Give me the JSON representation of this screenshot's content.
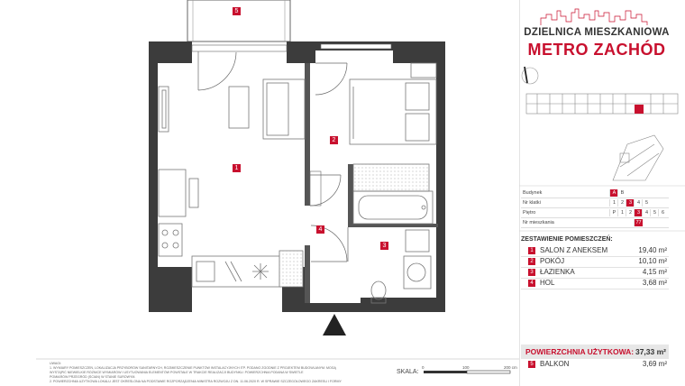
{
  "brand": {
    "line1": "DZIELNICA MIESZKANIOWA",
    "line2": "METRO ZACHÓD",
    "accent_color": "#c8102e"
  },
  "key": {
    "rows": [
      {
        "label": "Budynek",
        "cells": [
          "A",
          "B"
        ],
        "selected": [
          "A"
        ]
      },
      {
        "label": "Nr klatki",
        "cells": [
          "1",
          "2",
          "3",
          "4",
          "5"
        ],
        "selected": [
          "3"
        ]
      },
      {
        "label": "Piętro",
        "cells": [
          "P",
          "1",
          "2",
          "3",
          "4",
          "5",
          "6"
        ],
        "selected": [
          "3"
        ]
      },
      {
        "label": "Nr mieszkania",
        "cells": [
          "77"
        ],
        "selected": [
          "77"
        ]
      }
    ]
  },
  "rooms": {
    "title": "ZESTAWIENIE POMIESZCZEŃ:",
    "items": [
      {
        "num": "1",
        "name": "SALON Z ANEKSEM",
        "area": "19,40 m²"
      },
      {
        "num": "2",
        "name": "POKÓJ",
        "area": "10,10 m²"
      },
      {
        "num": "3",
        "name": "ŁAZIENKA",
        "area": "4,15 m²"
      },
      {
        "num": "4",
        "name": "HOL",
        "area": "3,68 m²"
      }
    ]
  },
  "total": {
    "label": "POWIERZCHNIA UŻYTKOWA:",
    "value": "37,33 m²"
  },
  "balcony": {
    "num": "5",
    "name": "BALKON",
    "area": "3,69 m²"
  },
  "plan_labels": {
    "r1": "1",
    "r2": "2",
    "r3": "3",
    "r4": "4",
    "r5": "5"
  },
  "scale": {
    "label": "SKALA:",
    "t0": "0",
    "t1": "100",
    "t2": "200 cm"
  },
  "notes": {
    "heading": "UWAGI:",
    "line1": "1. WYMIARY POMIESZCZEŃ, LOKALIZACJA PRZYBORÓW SANITARNYCH, ROZMIESZCZENIE PUNKTÓW INSTALACYJNYCH ITP. PODANO ZGODNIE Z PROJEKTEM BUDOWLANYM. MOGĄ",
    "line2": "WYSTĄPIĆ NIEWIELKIE RÓŻNICE WYMIARÓW I USYTUOWANIA ELEMENTÓW POWSTAŁE W TRAKCIE REALIZACJI BUDYNKU. POWIERZCHNIA PODANA W ŚWIETLE",
    "line3": "POMIARÓW PRZEGRÓD (ŚCIAN) W STANIE SUROWYM.",
    "line4": "2. POWIERZCHNIA UŻYTKOWA LOKALU JEST OKREŚLONA NA PODSTAWIE ROZPORZĄDZENIA MINISTRA ROZWOJU Z DN. 11.06.2020 R. W SPRAWIE SZCZEGÓŁOWEGO ZAKRESU I FORMY"
  }
}
